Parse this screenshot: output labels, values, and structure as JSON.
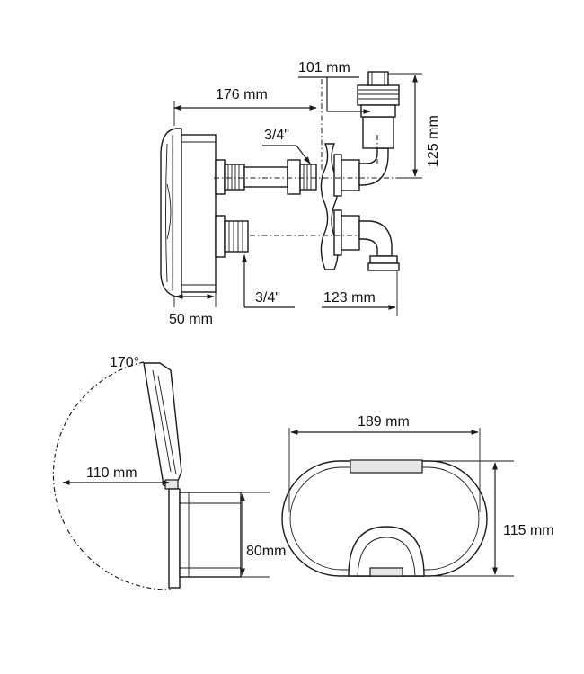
{
  "top_view": {
    "dim_overall_length": "176 mm",
    "dim_fitting_width": "101 mm",
    "dim_fitting_height": "125 mm",
    "dim_thread_upper": "3/4\"",
    "dim_thread_lower": "3/4\"",
    "dim_body_depth": "50 mm",
    "dim_elbow_length": "123 mm"
  },
  "side_view": {
    "dim_open_angle": "170°",
    "dim_lid_reach": "110 mm",
    "dim_body_height": "80mm"
  },
  "front_view": {
    "dim_width": "189 mm",
    "dim_height": "115 mm"
  }
}
